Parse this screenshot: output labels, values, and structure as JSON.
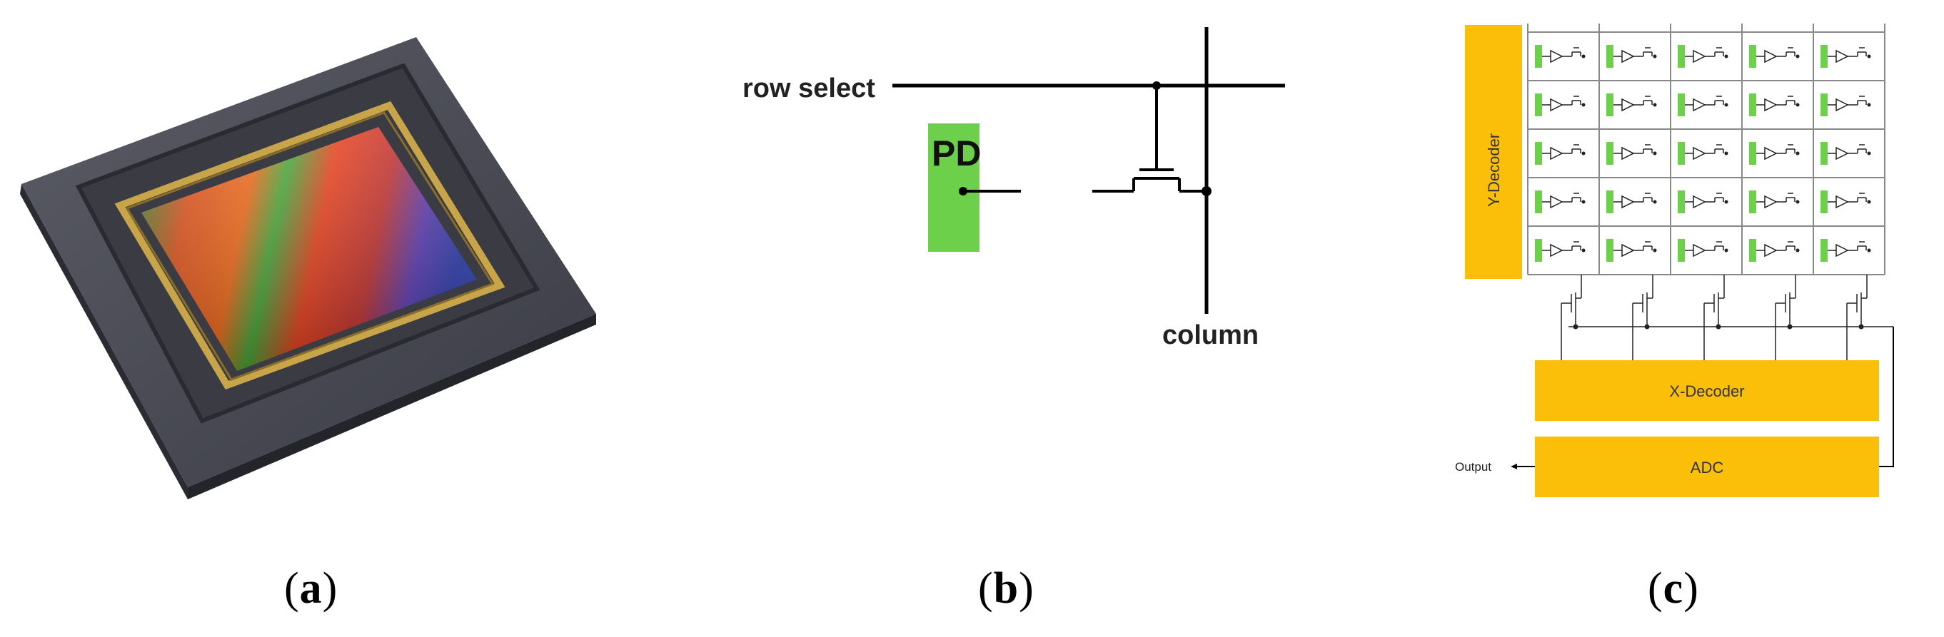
{
  "figure": {
    "panel_a": {
      "caption_letter": "a",
      "colors": {
        "package": "#4a4b54",
        "package_dark": "#2f3038",
        "gold": "#c9a54a"
      }
    },
    "panel_b": {
      "caption_letter": "b",
      "row_select_label": "row select",
      "pd_label": "PD",
      "column_label": "column",
      "colors": {
        "pd": "#6cd04a",
        "wire": "#000000"
      }
    },
    "panel_c": {
      "caption_letter": "c",
      "y_decoder_label": "Y-Decoder",
      "x_decoder_label": "X-Decoder",
      "adc_label": "ADC",
      "output_label": "Output",
      "rows": 5,
      "cols": 5,
      "colors": {
        "block": "#fbbf0a",
        "pixel": "#6cd04a",
        "grid": "#888888"
      }
    }
  }
}
